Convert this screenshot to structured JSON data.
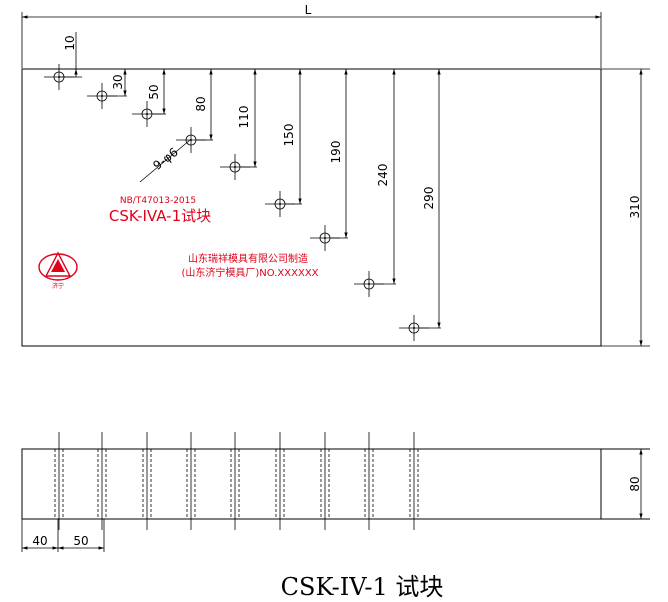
{
  "dimensions": {
    "length": "L",
    "offset_10": "10",
    "depths": [
      "30",
      "50",
      "80",
      "110",
      "150",
      "190",
      "240",
      "290"
    ],
    "holes": "9-φ6",
    "height": "310",
    "thickness": "80",
    "side_40": "40",
    "side_50": "50"
  },
  "block_label": {
    "standard": "NB/T47013-2015",
    "name": "CSK-IVA-1试块",
    "maker_line1": "山东瑞祥模具有限公司制造",
    "maker_line2": "(山东济宁模具厂)NO.XXXXXX",
    "logo_text": "济宁"
  },
  "title": "CSK-IV-1 试块",
  "colors": {
    "label": "#e0001a",
    "line": "#000000"
  }
}
